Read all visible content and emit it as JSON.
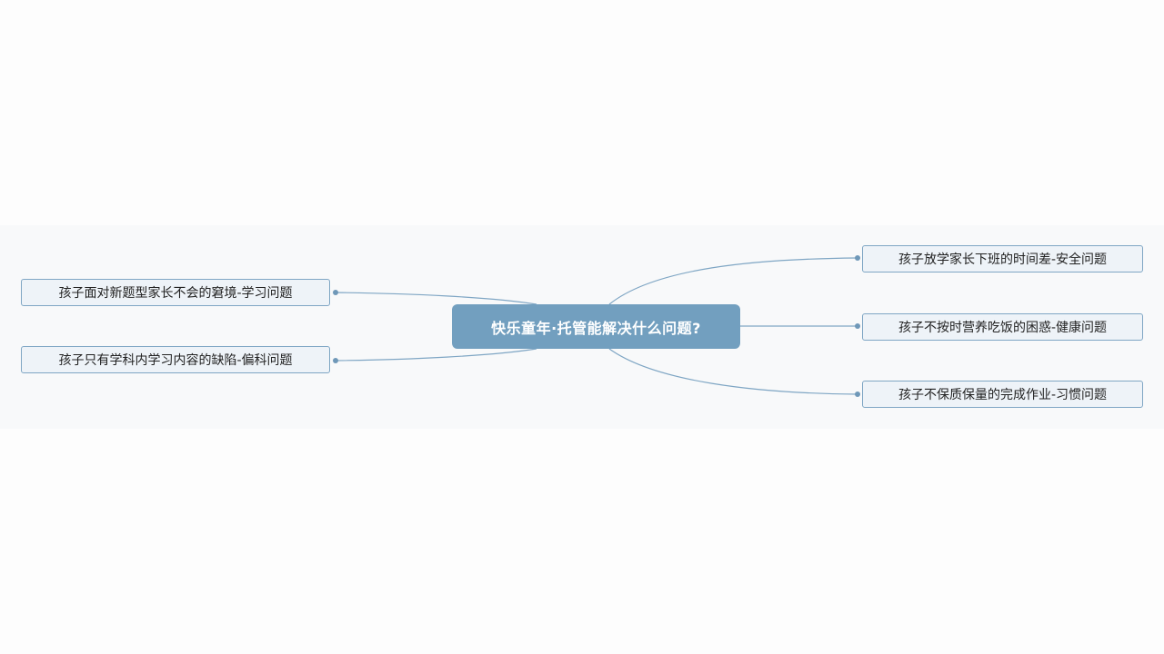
{
  "mindmap": {
    "central": {
      "label": "快乐童年·托管能解决什么问题?"
    },
    "left_topics": [
      {
        "label": "孩子面对新题型家长不会的窘境-学习问题"
      },
      {
        "label": "孩子只有学科内学习内容的缺陷-偏科问题"
      }
    ],
    "right_topics": [
      {
        "label": "孩子放学家长下班的时间差-安全问题"
      },
      {
        "label": "孩子不按时营养吃饭的困惑-健康问题"
      },
      {
        "label": "孩子不保质保量的完成作业-习惯问题"
      }
    ]
  },
  "colors": {
    "central_fill": "#729fbf",
    "connector": "#7fa6c4",
    "topic_fill": "#eef3f8",
    "topic_border": "#7fa6c4"
  }
}
